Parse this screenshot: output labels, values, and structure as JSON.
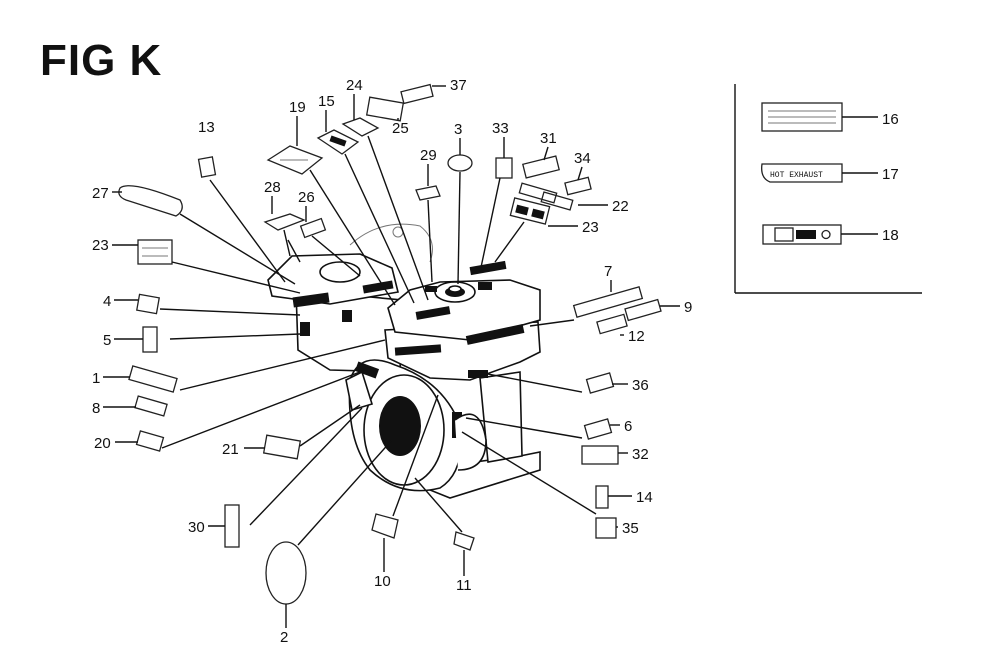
{
  "figure": {
    "title": "FIG K"
  },
  "callouts": {
    "c1": "1",
    "c2": "2",
    "c3": "3",
    "c4": "4",
    "c5": "5",
    "c6": "6",
    "c7": "7",
    "c8": "8",
    "c9": "9",
    "c10": "10",
    "c11": "11",
    "c12": "12",
    "c13": "13",
    "c14": "14",
    "c15": "15",
    "c16": "16",
    "c17": "17",
    "c18": "18",
    "c19": "19",
    "c20": "20",
    "c21": "21",
    "c22": "22",
    "c23a": "23",
    "c23b": "23",
    "c24": "24",
    "c25": "25",
    "c26": "26",
    "c27": "27",
    "c28": "28",
    "c29": "29",
    "c30": "30",
    "c31": "31",
    "c32": "32",
    "c33": "33",
    "c34": "34",
    "c35": "35",
    "c36": "36",
    "c37": "37"
  },
  "inset": {
    "label_17_text": "HOT EXHAUST"
  }
}
